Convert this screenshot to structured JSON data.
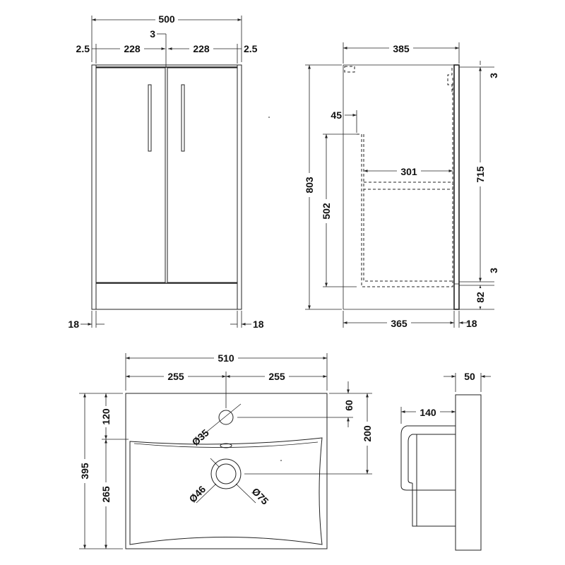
{
  "cabinet_front": {
    "width": "500",
    "gap": "3",
    "edge_left": "2.5",
    "door_left": "228",
    "door_right": "228",
    "edge_right": "2.5",
    "side_left": "18",
    "side_right": "18"
  },
  "cabinet_side": {
    "depth": "385",
    "shelf_offset": "45",
    "shelf_depth": "301",
    "height_total": "803",
    "inner_height": "502",
    "top_gap": "3",
    "door_height": "715",
    "bottom_gap": "3",
    "plinth": "82",
    "body_depth": "365",
    "door_thickness": "18"
  },
  "basin_top": {
    "width": "510",
    "half_left": "255",
    "half_right": "255",
    "depth": "395",
    "tap_offset": "120",
    "bowl_depth": "265",
    "tap_to_edge": "60",
    "waste_offset": "200",
    "tap_hole": "Ø35",
    "waste_inner": "Ø46",
    "waste_outer": "Ø75"
  },
  "basin_side": {
    "rim": "50",
    "projection": "140"
  }
}
